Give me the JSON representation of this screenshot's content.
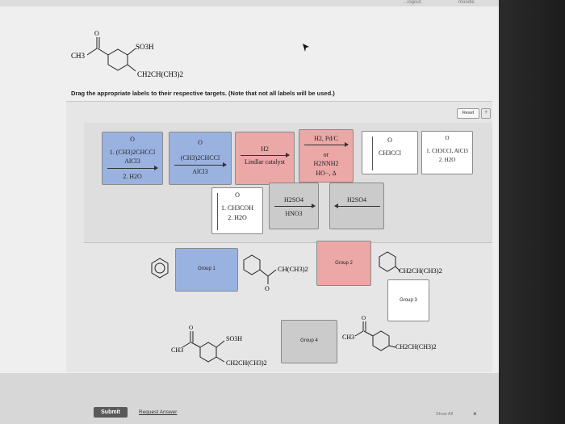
{
  "topbar": {
    "item1": "...logout",
    "item2": "moodle"
  },
  "question_molecule": {
    "label_methyl": "CH3",
    "label_sulfo": "SO3H",
    "label_isobutyl": "CH2CH(CH3)2"
  },
  "instruction": "Drag the appropriate labels to their respective targets. (Note that not all labels will be used.)",
  "controls": {
    "reset": "Reset",
    "help": "?"
  },
  "labels": {
    "l1": {
      "line1": "O",
      "line2": "1. (CH3)2CHCCl",
      "line3": "AlCl3",
      "line4": "2. H2O"
    },
    "l2": {
      "line1": "O",
      "line2": "(CH3)2CHCCl",
      "line3": "AlCl3"
    },
    "l3": {
      "line1": "H2",
      "line2": "Lindlar catalyst"
    },
    "l4": {
      "line1": "H2, Pd/C",
      "line2": "or",
      "line3": "H2NNH2",
      "line4": "HO−, Δ"
    },
    "l5": {
      "line1": "O",
      "line2": "CH3CCl"
    },
    "l6": {
      "line1": "O",
      "line2": "1. CH3CCl, AlCl3",
      "line3": "2. H2O"
    },
    "l7": {
      "line1": "O",
      "line2": "1. CH3COH",
      "line3": "2. H2O"
    },
    "l8": {
      "line1": "H2SO4",
      "line2": "HNO3"
    },
    "l9": {
      "line1": "H2SO4"
    }
  },
  "targets": {
    "group1": "Group 1",
    "group2": "Group 2",
    "group3": "Group 3",
    "group4": "Group 4"
  },
  "scheme": {
    "isobutylbenzene": "CH(CH3)2",
    "product_right": "CH2CH(CH3)2",
    "acyl_methyl": "CH3",
    "acyl_product": "CH2CH(CH3)2",
    "final_methyl": "CH3",
    "final_sulfo": "SO3H",
    "final_isobutyl": "CH2CH(CH3)2"
  },
  "footer": {
    "submit": "Submit",
    "request": "Request Answer",
    "show_all": "Show All",
    "close": "×"
  }
}
